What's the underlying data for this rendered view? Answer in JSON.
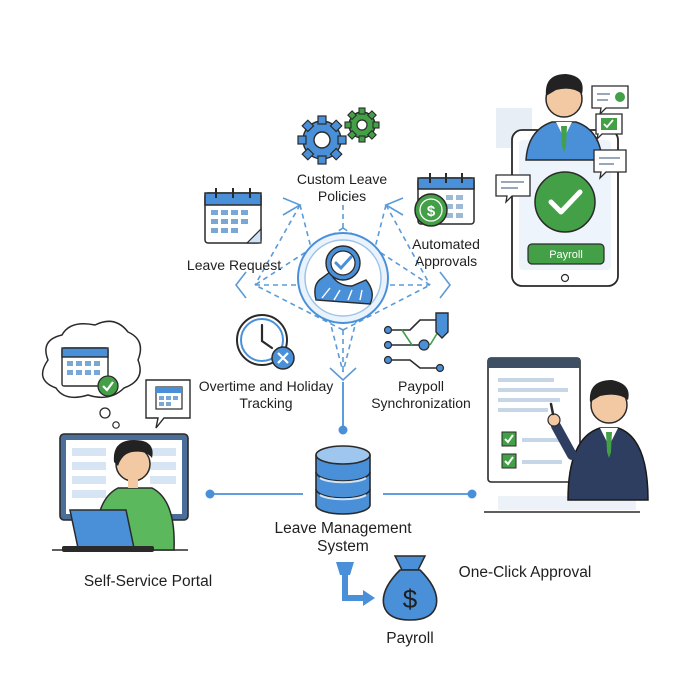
{
  "hub": {
    "features": {
      "custom_leave_policies": "Custom Leave Policies",
      "leave_request": "Leave Request",
      "automated_approvals": "Automated Approvals",
      "overtime_tracking": "Overtime and Holiday Tracking",
      "payroll_sync": "Paypoll Synchronization"
    }
  },
  "system": {
    "label": "Leave Management System"
  },
  "portal": {
    "label": "Self-Service Portal"
  },
  "approval": {
    "label": "One-Click Approval"
  },
  "payroll": {
    "label": "Payroll",
    "currency_symbol": "$"
  },
  "phone": {
    "button_label": "Payroll"
  },
  "colors": {
    "accent": "#4a90d9",
    "accent_light": "#cfe3f7",
    "green": "#43a047",
    "outline": "#2a2a2a"
  }
}
